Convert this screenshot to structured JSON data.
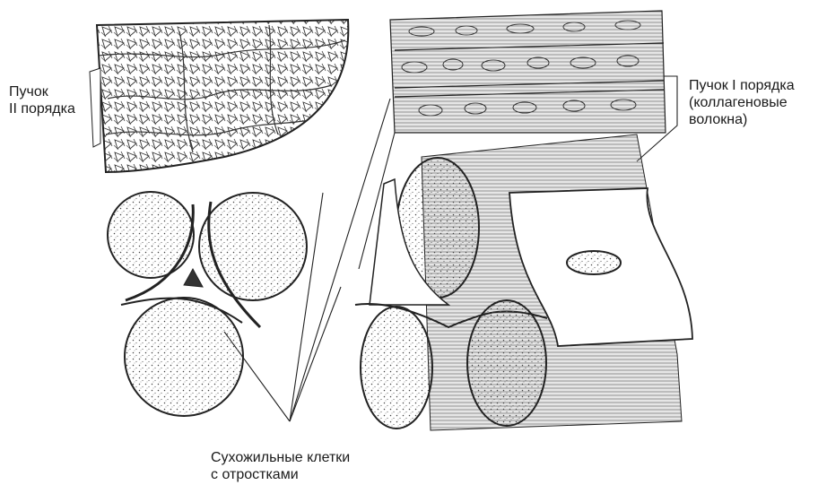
{
  "labels": {
    "bundle_second_order": "Пучок\nII порядка",
    "bundle_first_order": "Пучок I порядка\n(коллагеновые\nволокна)",
    "tendon_cells": "Сухожильные клетки\nс отростками"
  },
  "colors": {
    "ink": "#1a1a1a",
    "background": "#ffffff"
  }
}
